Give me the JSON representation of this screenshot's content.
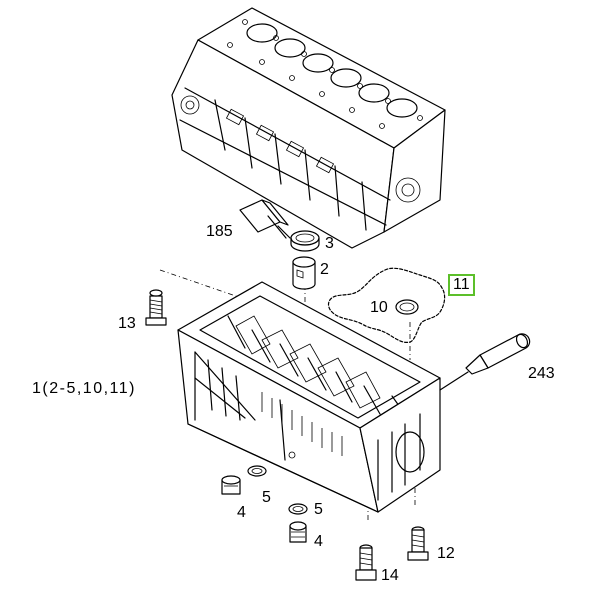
{
  "diagram": {
    "callouts": {
      "c185": "185",
      "c3": "3",
      "c2": "2",
      "c11": "11",
      "c10": "10",
      "c13": "13",
      "c1": "1(2-5,10,11)",
      "c243": "243",
      "c4a": "4",
      "c5a": "5",
      "c5b": "5",
      "c4b": "4",
      "c12": "12",
      "c14": "14"
    },
    "highlight_color": "#5cbf2a"
  }
}
